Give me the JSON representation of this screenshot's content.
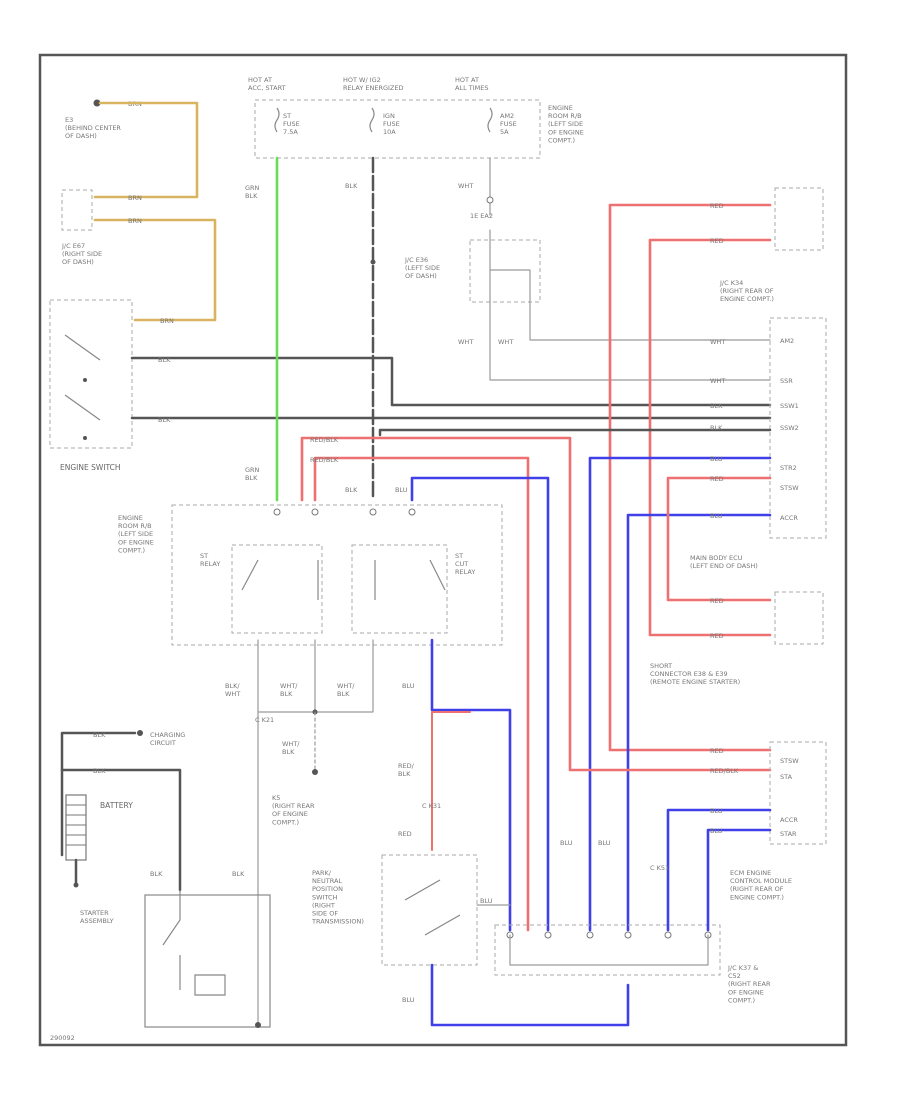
{
  "labels": {
    "hot_st": "HOT AT\nACC, START",
    "hot_ig": "HOT W/ IG2\nRELAY ENERGIZED",
    "hot_all": "HOT AT\nALL TIMES",
    "fuse_st": "ST\nFUSE\n7.5A",
    "fuse_ign": "IGN\nFUSE\n10A",
    "fuse_am2": "AM2\nFUSE\n5A",
    "engine_room_rb": "ENGINE\nROOM R/B\n(LEFT SIDE\nOF ENGINE\nCOMPT.)",
    "e3": "E3\n(BEHIND CENTER\nOF DASH)",
    "jc_e67": "J/C E67\n(RIGHT SIDE\nOF DASH)",
    "jc_e36": "J/C E36\n(LEFT SIDE\nOF DASH)",
    "jc_k34": "J/C K34\n(RIGHT REAR OF\nENGINE COMPT.)",
    "engine_switch": "ENGINE SWITCH",
    "engine_room_rb2": "ENGINE\nROOM R/B\n(LEFT SIDE\nOF ENGINE\nCOMPT.)",
    "st_relay": "ST\nRELAY",
    "st_cut_relay": "ST\nCUT\nRELAY",
    "main_body_ecu": "MAIN BODY ECU\n(LEFT END OF DASH)",
    "short_connector": "SHORT\nCONNECTOR E38 & E39\n(REMOTE ENGINE STARTER)",
    "ecm": "ECM ENGINE\nCONTROL MODULE\n(RIGHT REAR OF\nENGINE COMPT.)",
    "charging_circuit": "CHARGING\nCIRCUIT",
    "battery": "BATTERY",
    "starter_assembly": "STARTER\nASSEMBLY",
    "k5": "K5\n(RIGHT REAR\nOF ENGINE\nCOMPT.)",
    "park_neutral": "PARK/\nNEUTRAL\nPOSITION\nSWITCH\n(RIGHT\nSIDE OF\nTRANSMISSION)",
    "jc_k37": "J/C K37 &\nC52\n(RIGHT REAR\nOF ENGINE\nCOMPT.)",
    "c_k21": "C K21",
    "c_k31": "C K31",
    "c_k51": "C K51",
    "c_e22": "1E  EA2",
    "footer_code": "290092"
  },
  "wire_colors": {
    "grn_blk": "GRN\nBLK",
    "blk": "BLK",
    "wht": "WHT",
    "brn": "BRN",
    "red": "RED",
    "red_blk": "RED/BLK",
    "blu": "BLU",
    "blk_wht": "BLK/\nWHT",
    "wht_blk": "WHT/\nBLK",
    "red_blk2": "RED/\nBLK"
  },
  "pins": {
    "ecu": [
      "AM2",
      "SSR",
      "SSW1",
      "SSW2",
      "STR2",
      "STSW",
      "ACCR"
    ],
    "ecm": [
      "STSW",
      "STA",
      "ACCR",
      "STAR"
    ]
  },
  "colors": {
    "black_wire": "#555555",
    "red_wire": "#ee7070",
    "blue_wire": "#4040e8",
    "green_wire": "#66dd55",
    "yellow_wire": "#d9b460"
  }
}
